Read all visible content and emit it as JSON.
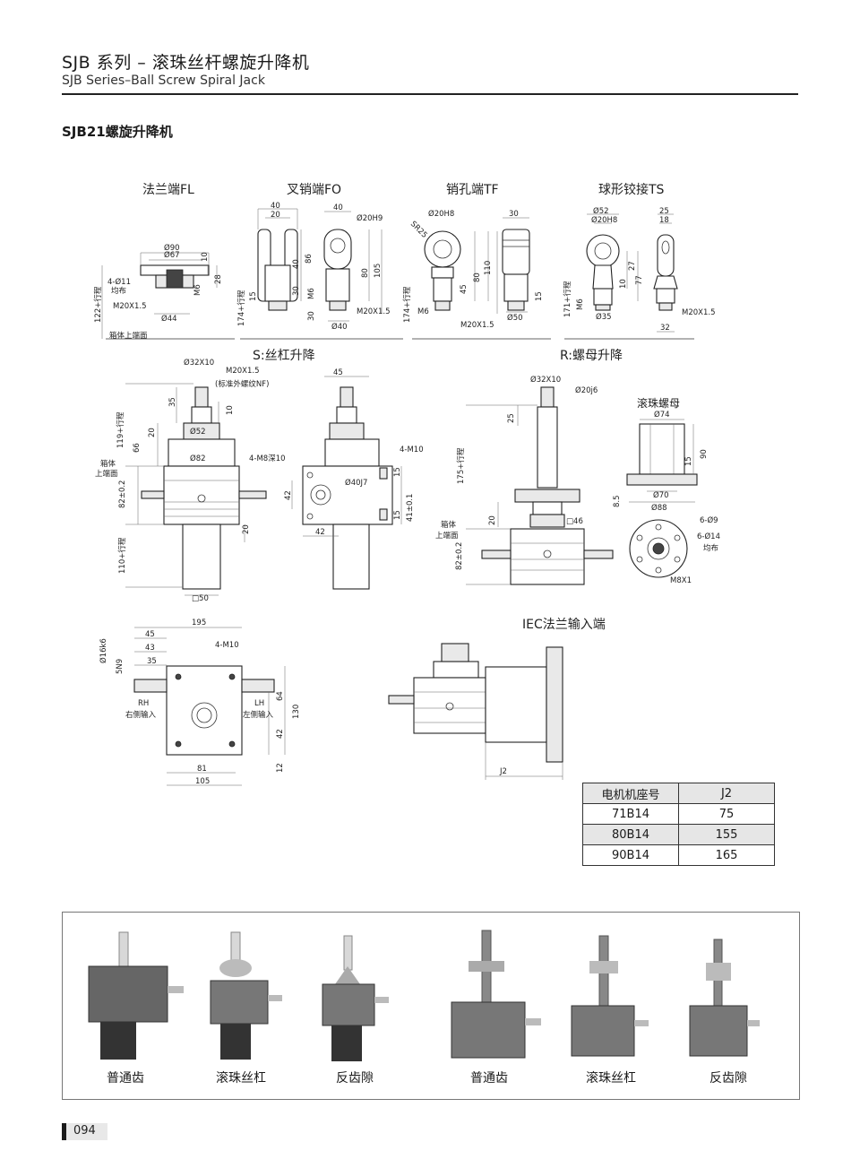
{
  "header": {
    "title_zh": "SJB 系列 – 滚珠丝杆螺旋升降机",
    "title_en": "SJB Series–Ball Screw Spiral Jack"
  },
  "model_title": "SJB21螺旋升降机",
  "end_types": [
    "法兰端FL",
    "叉销端FO",
    "销孔端TF",
    "球形铰接TS"
  ],
  "sections": {
    "s_lift": "S:丝杠升降",
    "r_lift": "R:螺母升降",
    "ball_nut": "滚珠螺母",
    "iec": "IEC法兰输入端"
  },
  "dims": {
    "fl": {
      "d90": "Ø90",
      "d67": "Ø67",
      "d11": "4-Ø11",
      "even": "均布",
      "m20": "M20X1.5",
      "d44": "Ø44",
      "m6": "M6",
      "d10": "10",
      "d28": "28",
      "stroke": "122+行程",
      "box_top": "箱体上端面"
    },
    "fo": {
      "d40a": "40",
      "d20": "20",
      "d40b": "40",
      "d86": "86",
      "d40c": "40",
      "d30": "30",
      "d15": "15",
      "stroke": "174+行程",
      "d40top": "40",
      "h9": "Ø20H9",
      "d80": "80",
      "d105": "105",
      "m6": "M6",
      "d30b": "30",
      "d40bot": "Ø40",
      "m20": "M20X1.5"
    },
    "tf": {
      "sr25": "SR25",
      "h8": "Ø20H8",
      "d45": "45",
      "d80": "80",
      "d110": "110",
      "m6": "M6",
      "stroke": "174+行程",
      "m20": "M20X1.5",
      "d30": "30",
      "d50": "Ø50",
      "d15": "15"
    },
    "ts": {
      "d52": "Ø52",
      "h8": "Ø20H8",
      "d25": "25",
      "d18": "18",
      "d10": "10",
      "d27": "27",
      "d77": "77",
      "stroke": "171+行程",
      "m6": "M6",
      "d35": "Ø35",
      "d32": "32",
      "m20": "M20X1.5"
    },
    "s": {
      "d32x10": "Ø32X10",
      "m20": "M20X1.5",
      "thread_note": "(标准外螺纹NF)",
      "d35": "35",
      "d10": "10",
      "d119": "119+行程",
      "d20": "20",
      "d66": "66",
      "d52": "Ø52",
      "d82": "Ø82",
      "box": "箱体",
      "top": "上端面",
      "d82h": "82±0.2",
      "d20b": "20",
      "d110": "110+行程",
      "sq50": "□50",
      "d45": "45",
      "m10": "4-M10",
      "m8": "4-M8深10",
      "d40j7": "Ø40J7",
      "d15a": "15",
      "d15b": "15",
      "d41": "41±0.1",
      "d42a": "42",
      "d42b": "42"
    },
    "r": {
      "d32x10": "Ø32X10",
      "d20j6": "Ø20j6",
      "d25": "25",
      "d175": "175+行程",
      "d20": "20",
      "sq46": "□46",
      "box": "箱体",
      "top": "上端面",
      "d82": "82±0.2",
      "d74": "Ø74",
      "d90": "90",
      "d15": "15",
      "d85": "8.5",
      "d70": "Ø70",
      "d88": "Ø88",
      "h9": "6-Ø9",
      "h14": "6-Ø14",
      "even": "均布",
      "m8": "M8X1"
    },
    "top": {
      "d195": "195",
      "d45": "45",
      "d43": "43",
      "d35": "35",
      "d16k6": "Ø16k6",
      "d5n9": "5N9",
      "m10": "4-M10",
      "rh": "RH",
      "rh_zh": "右侧输入",
      "lh": "LH",
      "lh_zh": "左侧输入",
      "d64": "64",
      "d130": "130",
      "d42": "42",
      "d12": "12",
      "d81": "81",
      "d105": "105"
    },
    "iec": {
      "j2": "J2"
    }
  },
  "motor_table": {
    "headers": [
      "电机机座号",
      "J2"
    ],
    "rows": [
      [
        "71B14",
        "75"
      ],
      [
        "80B14",
        "155"
      ],
      [
        "90B14",
        "165"
      ]
    ]
  },
  "photo_captions": [
    "普通齿",
    "滚珠丝杠",
    "反齿隙",
    "普通齿",
    "滚珠丝杠",
    "反齿隙"
  ],
  "page_number": "094"
}
